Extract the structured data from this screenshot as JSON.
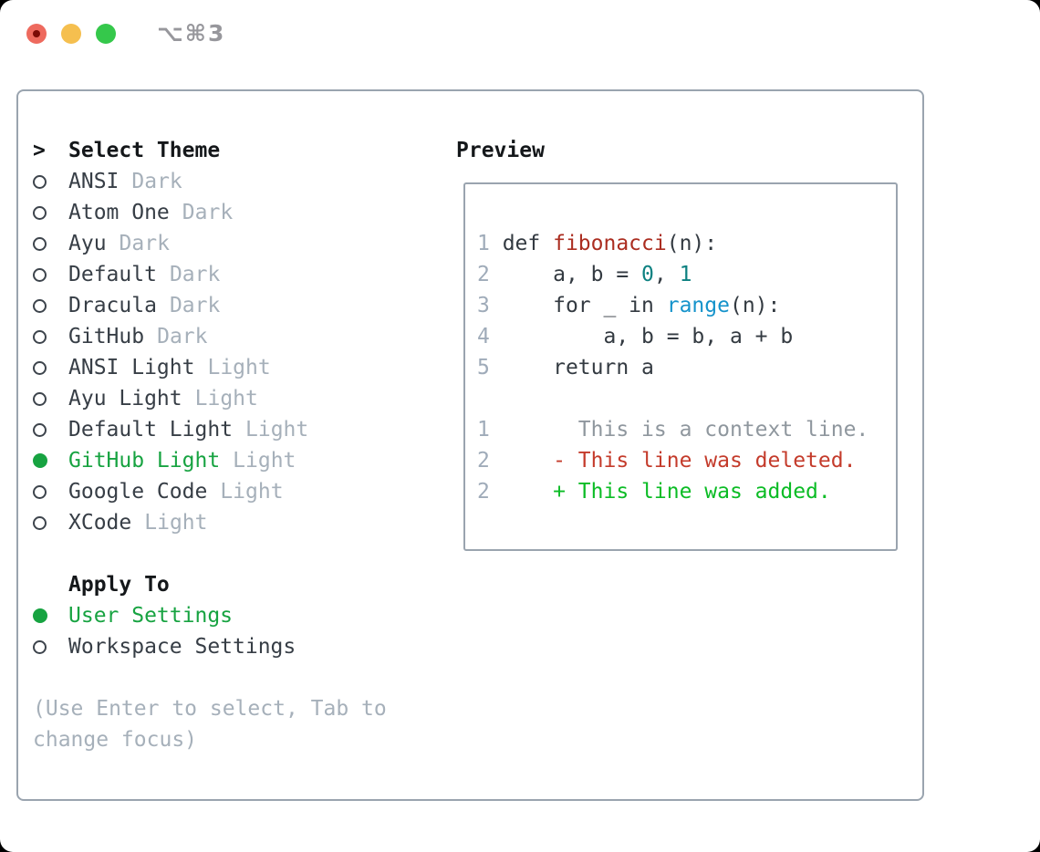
{
  "titlebar": {
    "title": "⌥⌘3",
    "buttons": [
      "close",
      "minimize",
      "zoom"
    ]
  },
  "colors": {
    "accent_green": "#17a341",
    "added_green": "#0bbc25",
    "deleted_red": "#c43b2b",
    "function_red": "#ab2d20",
    "builtin_blue": "#1593cb",
    "number_teal": "#0d8181",
    "muted_gray": "#a6b0ba",
    "border_gray": "#9aa4af",
    "text_dark": "#373e46",
    "traffic_red": "#ee6a5e",
    "traffic_yellow": "#f5bf4f",
    "traffic_green": "#35c84b"
  },
  "theme_panel": {
    "prompt": ">",
    "header": "Select Theme",
    "themes": [
      {
        "name": "ANSI",
        "variant": "Dark",
        "selected": false
      },
      {
        "name": "Atom One",
        "variant": "Dark",
        "selected": false
      },
      {
        "name": "Ayu",
        "variant": "Dark",
        "selected": false
      },
      {
        "name": "Default",
        "variant": "Dark",
        "selected": false
      },
      {
        "name": "Dracula",
        "variant": "Dark",
        "selected": false
      },
      {
        "name": "GitHub",
        "variant": "Dark",
        "selected": false
      },
      {
        "name": "ANSI Light",
        "variant": "Light",
        "selected": false
      },
      {
        "name": "Ayu Light",
        "variant": "Light",
        "selected": false
      },
      {
        "name": "Default Light",
        "variant": "Light",
        "selected": false
      },
      {
        "name": "GitHub Light",
        "variant": "Light",
        "selected": true
      },
      {
        "name": "Google Code",
        "variant": "Light",
        "selected": false
      },
      {
        "name": "XCode",
        "variant": "Light",
        "selected": false
      }
    ],
    "apply_to": {
      "header": "Apply To",
      "options": [
        {
          "label": "User Settings",
          "selected": true
        },
        {
          "label": "Workspace Settings",
          "selected": false
        }
      ]
    },
    "hint": "(Use Enter to select, Tab to change focus)"
  },
  "preview": {
    "title": "Preview",
    "code_lines": [
      {
        "segments": [
          [
            "ln",
            "1 "
          ],
          [
            "d",
            "def "
          ],
          [
            "fn",
            "fibonacci"
          ],
          [
            "d",
            "(n):"
          ]
        ]
      },
      {
        "segments": [
          [
            "ln",
            "2 "
          ],
          [
            "d",
            "    a, b = "
          ],
          [
            "nl",
            "0"
          ],
          [
            "d",
            ", "
          ],
          [
            "nl",
            "1"
          ]
        ]
      },
      {
        "segments": [
          [
            "ln",
            "3 "
          ],
          [
            "d",
            "    for _ in "
          ],
          [
            "bi",
            "range"
          ],
          [
            "d",
            "(n):"
          ]
        ]
      },
      {
        "segments": [
          [
            "ln",
            "4 "
          ],
          [
            "d",
            "        a, b = b, a + b"
          ]
        ]
      },
      {
        "segments": [
          [
            "ln",
            "5 "
          ],
          [
            "d",
            "    return a"
          ]
        ]
      },
      {
        "segments": []
      },
      {
        "segments": [
          [
            "ln",
            "1"
          ],
          [
            "ctx",
            "       This is a context line."
          ]
        ]
      },
      {
        "segments": [
          [
            "ln",
            "2"
          ],
          [
            "del",
            "     - This line was deleted."
          ]
        ]
      },
      {
        "segments": [
          [
            "ln",
            "2"
          ],
          [
            "add",
            "     + This line was added."
          ]
        ]
      }
    ]
  }
}
